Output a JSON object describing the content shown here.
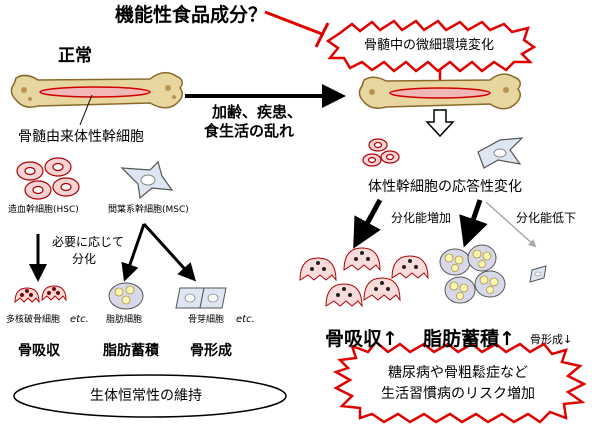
{
  "title": "機能性食品成分？",
  "normal_label": "正常",
  "left": {
    "cell_title": "骨髄由来体性幹細胞",
    "hsc_label": "造血幹細胞(HSC)",
    "msc_label": "間葉系幹細胞(MSC)",
    "differentiate_line1": "必要に応じて",
    "differentiate_line2": "分化",
    "osteoclast_label": "多核破骨細胞",
    "etc1": "etc.",
    "adipocyte_label": "脂肪細胞",
    "osteoblast_label": "骨芽細胞",
    "etc2": "etc.",
    "bone_resorption": "骨吸収",
    "fat_accumulation": "脂肪蓄積",
    "bone_formation": "骨形成",
    "homeostasis": "生体恒常性の維持"
  },
  "middle": {
    "cause_line1": "加齢、疾患、",
    "cause_line2": "食生活の乱れ"
  },
  "right": {
    "marrow_change": "骨髄中の微細環境変化",
    "response_change": "体性幹細胞の応答性変化",
    "diff_increase": "分化能増加",
    "diff_decrease": "分化能低下",
    "bone_resorption_up": "骨吸収↑",
    "fat_accumulation_up": "脂肪蓄積↑",
    "bone_formation_down": "骨形成↓",
    "risk_line1": "糖尿病や骨粗鬆症など",
    "risk_line2": "生活習慣病のリスク増加"
  }
}
